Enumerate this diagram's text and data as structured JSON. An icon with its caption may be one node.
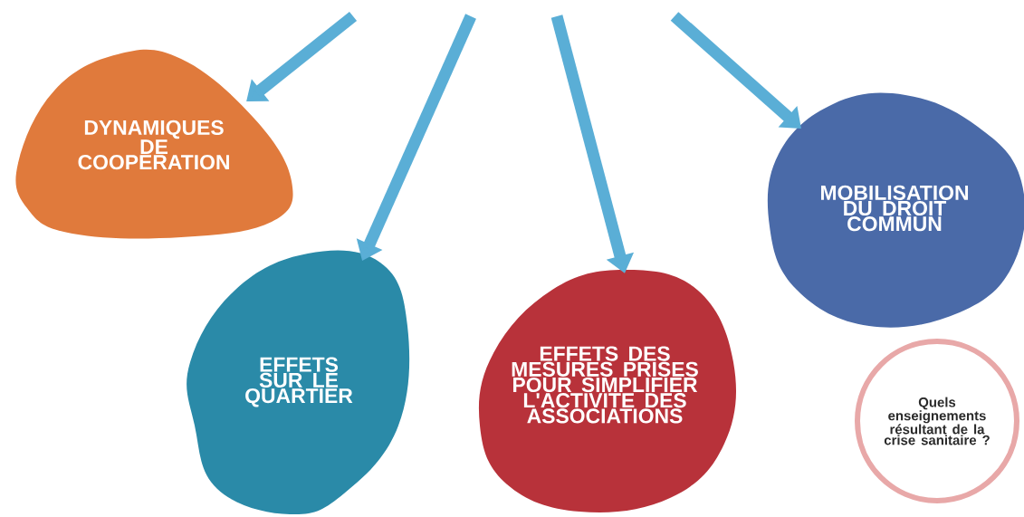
{
  "diagram": {
    "nodes": [
      {
        "text": [
          "DYNAMIQUES DE COOPERATION"
        ]
      },
      {
        "text": [
          "EFFETS SUR LE QUARTIER"
        ]
      },
      {
        "text": [
          "EFFETS DES MESURES PRISES POUR SIMPLIFIER L'ACTIVITE DES ASSOCIATIONS"
        ]
      },
      {
        "text": [
          "MOBILISATION DU DROIT COMMUN"
        ]
      },
      {
        "text": [
          "Quels enseignements résultant de la crise sanitaire ?"
        ]
      }
    ],
    "edges": [
      {
        "from": null,
        "to": 0,
        "arrow": "to"
      },
      {
        "from": null,
        "to": 1,
        "arrow": "to"
      },
      {
        "from": null,
        "to": 2,
        "arrow": "to"
      },
      {
        "from": null,
        "to": 3,
        "arrow": "to"
      }
    ]
  }
}
